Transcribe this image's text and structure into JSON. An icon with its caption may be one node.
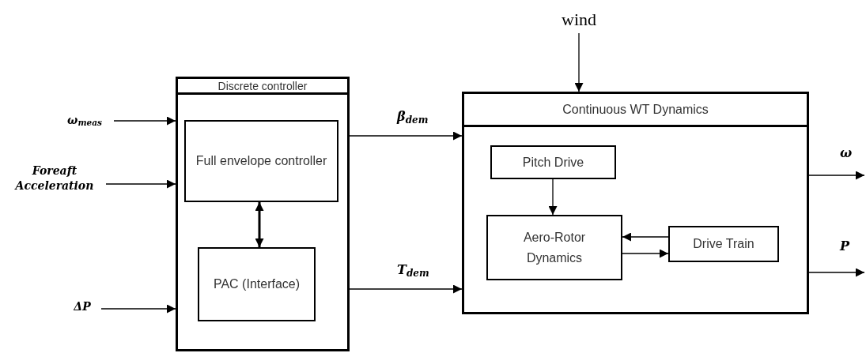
{
  "diagram": {
    "nodes": [
      {
        "text": [
          "Discrete controller"
        ]
      },
      {
        "text": [
          "Full envelope controller"
        ],
        "in": 0
      },
      {
        "text": [
          "PAC (Interface)"
        ],
        "in": 0
      },
      {
        "text": [
          "Continuous WT Dynamics"
        ]
      },
      {
        "text": [
          "Pitch Drive"
        ],
        "in": 3
      },
      {
        "text": [
          "Aero-Rotor Dynamics"
        ],
        "in": 3
      },
      {
        "text": [
          "Drive Train"
        ],
        "in": 3
      },
      {
        "text": [
          "ω$_{meas}$"
        ]
      },
      {
        "text": [
          "Foreaft Acceleration"
        ]
      },
      {
        "text": [
          "ΔP"
        ]
      },
      {
        "text": [
          "wind"
        ]
      }
    ],
    "edges": [
      {
        "from": 7,
        "to": 0,
        "arrow": "to"
      },
      {
        "from": 8,
        "to": 0,
        "arrow": "to"
      },
      {
        "from": 9,
        "to": 0,
        "arrow": "to"
      },
      {
        "from": 1,
        "to": 2,
        "arrow": "both",
        "style": "thick"
      },
      {
        "from": 0,
        "to": 3,
        "arrow": "to",
        "label": "β$_{dem}$"
      },
      {
        "from": 0,
        "to": 3,
        "arrow": "to",
        "label": "T$_{dem}$"
      },
      {
        "from": 10,
        "to": 3,
        "arrow": "to"
      },
      {
        "from": 4,
        "to": 5,
        "arrow": "to"
      },
      {
        "from": 6,
        "to": 5,
        "arrow": "to"
      },
      {
        "from": 5,
        "to": 6,
        "arrow": "to"
      },
      {
        "from": 3,
        "to": null,
        "arrow": "to",
        "label": "ω"
      },
      {
        "from": 3,
        "to": null,
        "arrow": "to",
        "label": "P"
      }
    ]
  }
}
